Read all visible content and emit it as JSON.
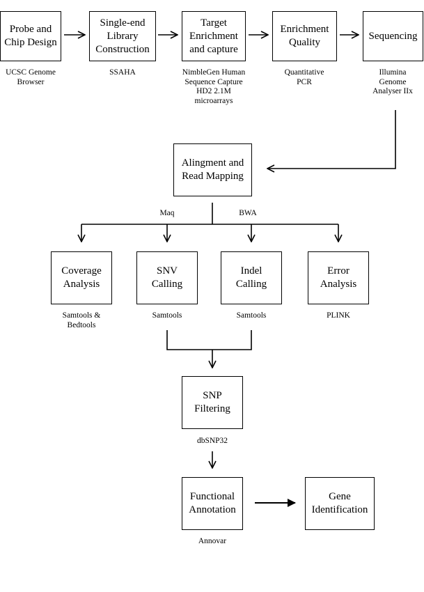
{
  "boxes": {
    "probe_design": [
      "Probe and",
      "Chip Design"
    ],
    "library_construction": [
      "Single-end",
      "Library",
      "Construction"
    ],
    "target_enrichment": [
      "Target",
      "Enrichment",
      "and capture"
    ],
    "enrichment_quality": [
      "Enrichment",
      "Quality"
    ],
    "sequencing": [
      "Sequencing"
    ],
    "alignment": [
      "Alingment and",
      "Read Mapping"
    ],
    "coverage_analysis": [
      "Coverage",
      "Analysis"
    ],
    "snv_calling": [
      "SNV",
      "Calling"
    ],
    "indel_calling": [
      "Indel",
      "Calling"
    ],
    "error_analysis": [
      "Error",
      "Analysis"
    ],
    "snp_filtering": [
      "SNP",
      "Filtering"
    ],
    "functional_annotation": [
      "Functional",
      "Annotation"
    ],
    "gene_identification": [
      "Gene",
      "Identification"
    ]
  },
  "labels": {
    "probe_design": [
      "UCSC Genome",
      "Browser"
    ],
    "library_construction": [
      "SSAHA"
    ],
    "target_enrichment": [
      "NimbleGen Human",
      "Sequence Capture",
      "HD2 2.1M",
      "microarrays"
    ],
    "enrichment_quality": [
      "Quantitative",
      "PCR"
    ],
    "sequencing": [
      "Illumina",
      "Genome",
      "Analyser IIx"
    ],
    "coverage_analysis": [
      "Samtools &",
      "Bedtools"
    ],
    "snv_calling": [
      "Samtools"
    ],
    "indel_calling": [
      "Samtools"
    ],
    "error_analysis": [
      "PLINK"
    ],
    "snp_filtering": [
      "dbSNP32"
    ],
    "functional_annotation": [
      "Annovar"
    ]
  },
  "branch_tools": {
    "left": "Maq",
    "right": "BWA"
  }
}
